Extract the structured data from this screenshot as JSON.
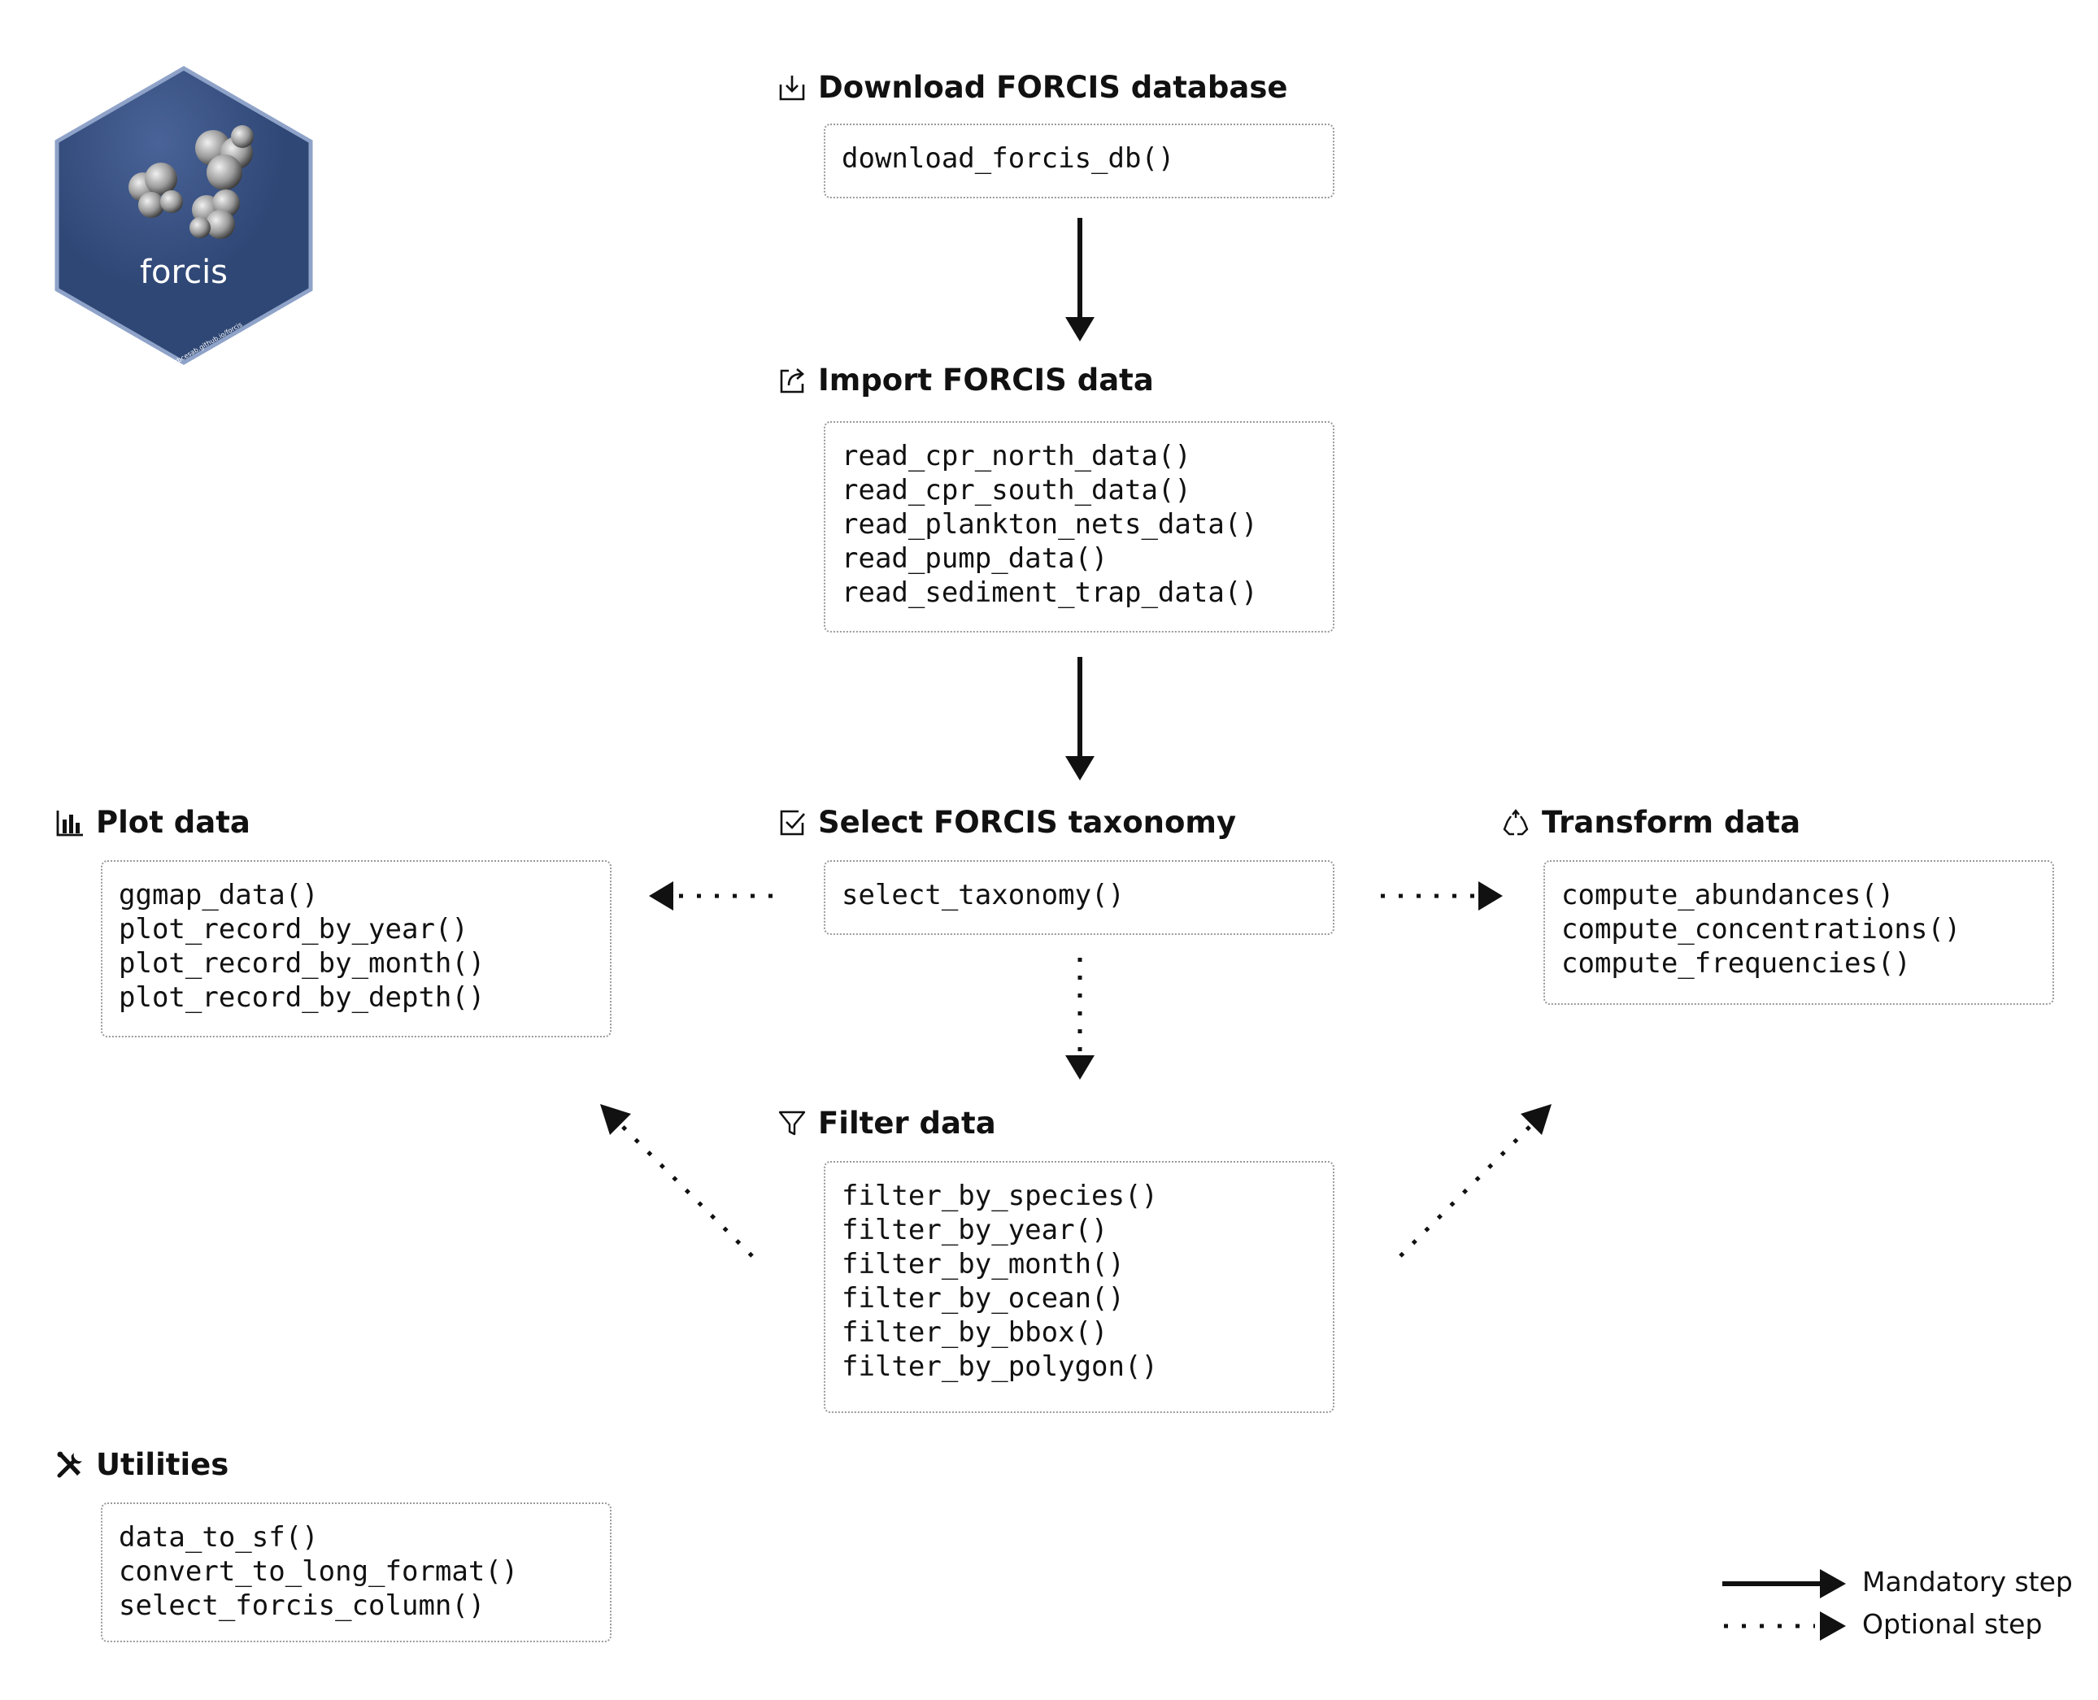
{
  "logo": {
    "name": "forcis",
    "url": "https://frbcesab.github.io/forcis"
  },
  "colors": {
    "logo_bg": "#2f4775",
    "logo_border": "#8fa3c9",
    "text": "#111111",
    "box_border": "#9a9a9a"
  },
  "sections": {
    "download": {
      "title": "Download FORCIS database",
      "icon": "download-icon",
      "functions": [
        "download_forcis_db()"
      ]
    },
    "import": {
      "title": "Import FORCIS data",
      "icon": "import-icon",
      "functions": [
        "read_cpr_north_data()",
        "read_cpr_south_data()",
        "read_plankton_nets_data()",
        "read_pump_data()",
        "read_sediment_trap_data()"
      ]
    },
    "select": {
      "title": "Select FORCIS taxonomy",
      "icon": "checkbox-icon",
      "functions": [
        "select_taxonomy()"
      ]
    },
    "plot": {
      "title": "Plot data",
      "icon": "bar-chart-icon",
      "functions": [
        "ggmap_data()",
        "plot_record_by_year()",
        "plot_record_by_month()",
        "plot_record_by_depth()"
      ]
    },
    "transform": {
      "title": "Transform data",
      "icon": "recycle-icon",
      "functions": [
        "compute_abundances()",
        "compute_concentrations()",
        "compute_frequencies()"
      ]
    },
    "filter": {
      "title": "Filter data",
      "icon": "filter-icon",
      "functions": [
        "filter_by_species()",
        "filter_by_year()",
        "filter_by_month()",
        "filter_by_ocean()",
        "filter_by_bbox()",
        "filter_by_polygon()"
      ]
    },
    "utilities": {
      "title": "Utilities",
      "icon": "tools-icon",
      "functions": [
        "data_to_sf()",
        "convert_to_long_format()",
        "select_forcis_column()"
      ]
    }
  },
  "legend": {
    "mandatory": "Mandatory step",
    "optional": "Optional step"
  }
}
